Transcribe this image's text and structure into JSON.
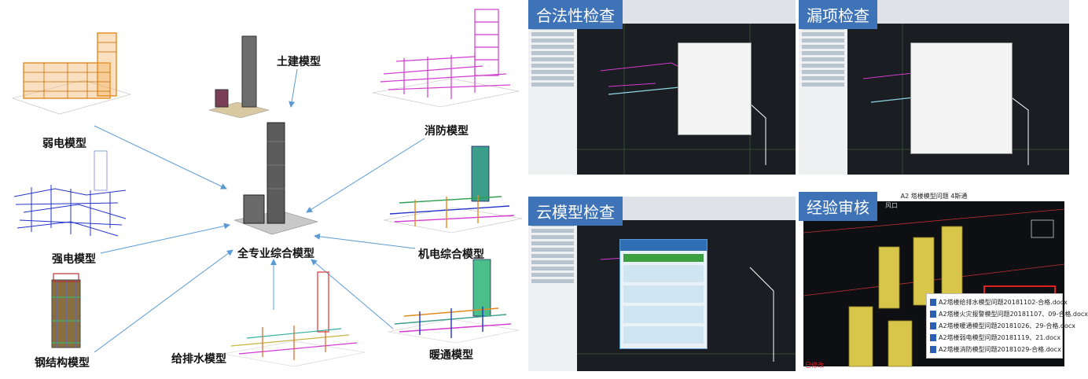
{
  "models": {
    "center": "全专业综合模型",
    "civil": "土建模型",
    "weak_electric": "弱电模型",
    "strong_electric": "强电模型",
    "steel": "钢结构模型",
    "fire": "消防模型",
    "mep": "机电综合模型",
    "plumbing": "给排水模型",
    "hvac": "暖通模型"
  },
  "panels": {
    "legality": "合法性检查",
    "omission": "漏项检查",
    "cloud": "云模型检查",
    "experience": "经验审核"
  },
  "experience": {
    "header": "A2 塔楼模型问题 4斯通",
    "overlay": "风口",
    "docs": [
      "A2塔楼给排水模型问题20181102-合格.docx",
      "A2塔楼火灾报警模型问题20181107、09-合格.docx",
      "A2塔楼暖通模型问题20181026、29-合格.docx",
      "A2塔楼弱电模型问题20181119、21.docx",
      "A2塔楼消防模型问题20181029-合格.docx"
    ],
    "status": "已修改"
  },
  "colors": {
    "title_bg": "#3f73b8",
    "arrow": "#5b9bd5",
    "weak": "#e38a1c",
    "strong": "#2233cc",
    "fire": "#d23ad2",
    "yellow": "#d8c64a",
    "red": "#e02020"
  }
}
